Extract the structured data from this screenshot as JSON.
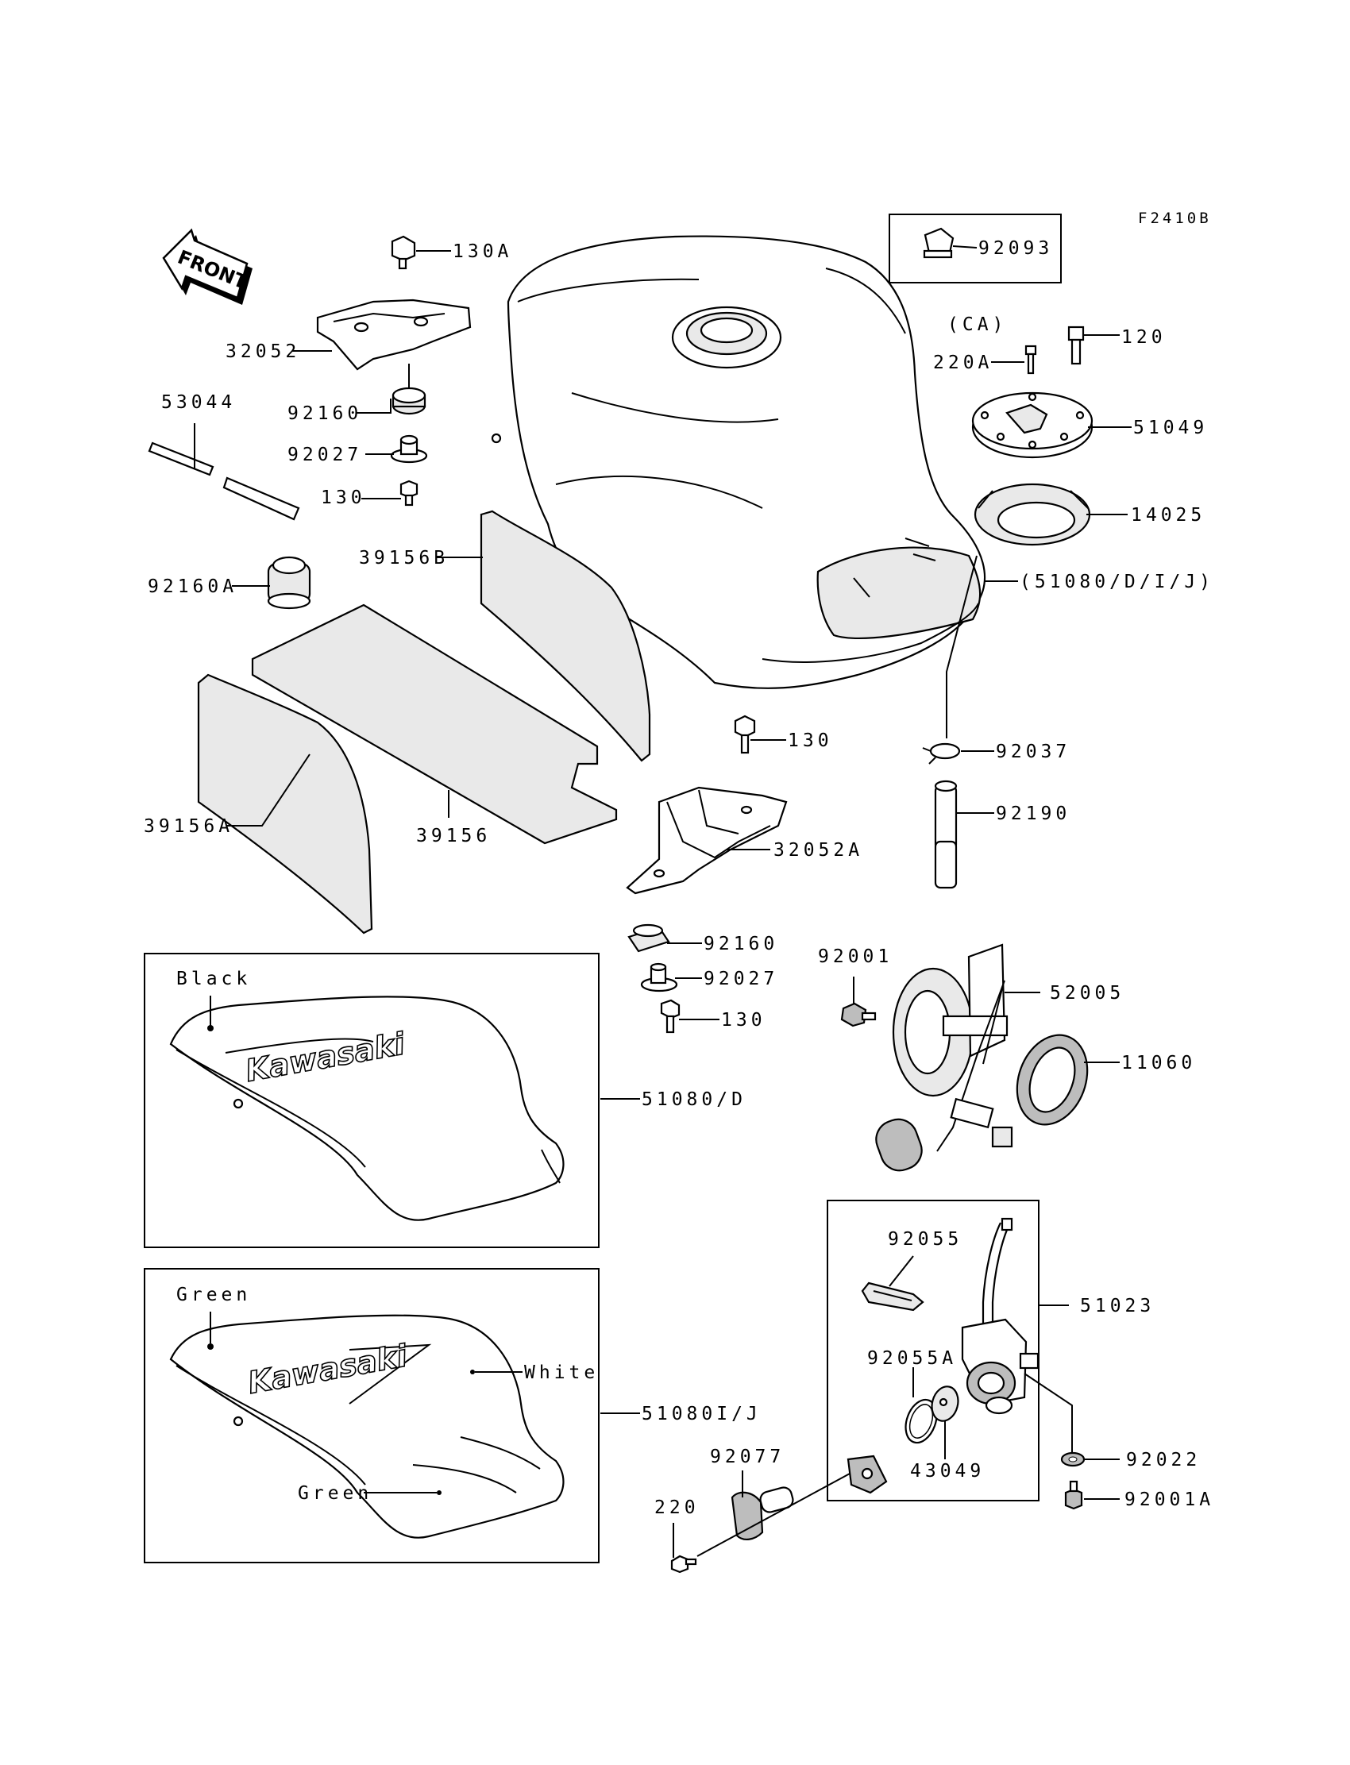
{
  "figure_code": "F2410B",
  "front_label": "FRONT",
  "brand": "Kawasaki",
  "variant_ca": {
    "part": "92093",
    "code": "(CA)"
  },
  "panel_d": {
    "label": "51080/D",
    "color_labels": [
      "Black"
    ]
  },
  "panel_ij": {
    "label": "51080I/J",
    "color_labels": [
      "Green",
      "White",
      "Green"
    ]
  },
  "parts": [
    "130A",
    "32052",
    "92160",
    "92027",
    "130",
    "53044",
    "39156B",
    "92160A",
    "39156A",
    "39156",
    "120",
    "220A",
    "51049",
    "14025",
    "(51080/D/I/J)",
    "92037",
    "92190",
    "130",
    "32052A",
    "92160",
    "92027",
    "130",
    "92001",
    "52005",
    "11060",
    "92055",
    "51023",
    "92055A",
    "43049",
    "92022",
    "92001A",
    "92077",
    "220"
  ]
}
